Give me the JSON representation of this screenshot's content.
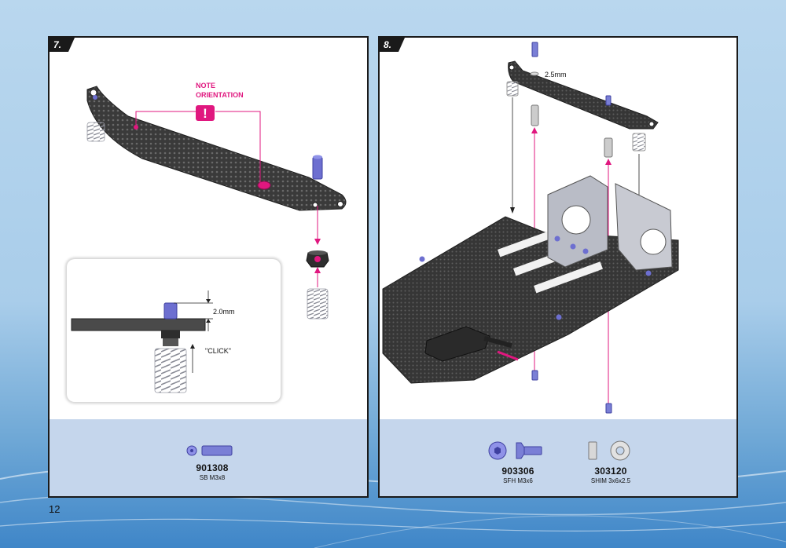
{
  "page": {
    "number": "12"
  },
  "steps": [
    {
      "tag": "7.",
      "note": {
        "line1": "NOTE",
        "line2": "ORIENTATION"
      },
      "inset": {
        "dimension": "2.0mm",
        "click_label": "\"CLICK\""
      },
      "parts": [
        {
          "number": "901308",
          "desc": "SB M3x8"
        }
      ]
    },
    {
      "tag": "8.",
      "dimension": "2.5mm",
      "parts": [
        {
          "number": "903306",
          "desc": "SFH M3x6"
        },
        {
          "number": "303120",
          "desc": "SHIM 3x6x2.5"
        }
      ]
    }
  ],
  "colors": {
    "carbon": "#3a3a3a",
    "hardware_blue": "#7a7fd6",
    "magenta": "#e0177f",
    "parts_bar": "#c5d6ec",
    "spring": "#a8aab4"
  }
}
